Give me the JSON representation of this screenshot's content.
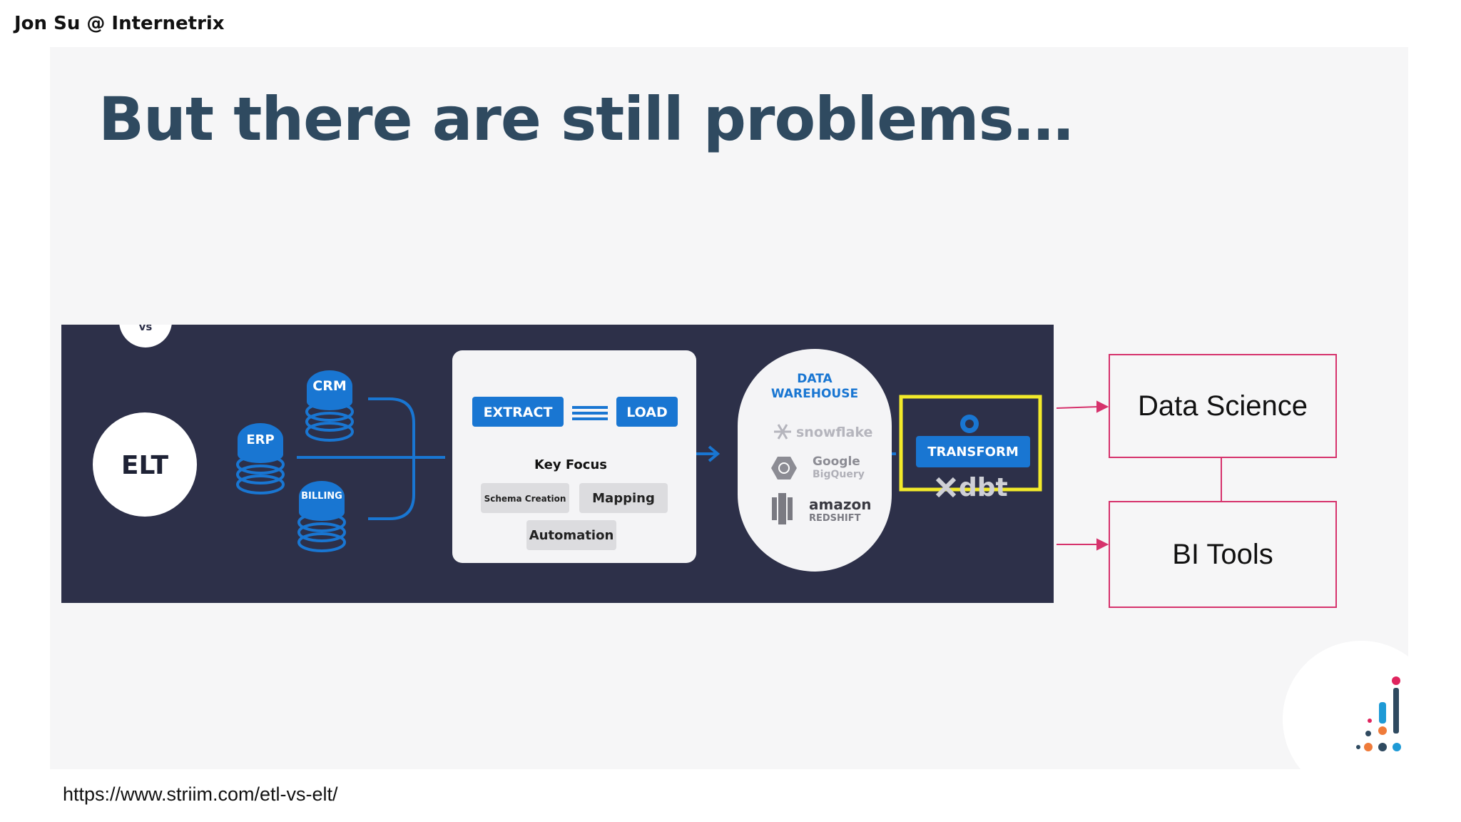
{
  "presenter": "Jon Su @ Internetrix",
  "slide": {
    "title": "But there are still problems…",
    "source_url": "https://www.striim.com/etl-vs-elt/"
  },
  "diagram": {
    "elt_label": "ELT",
    "vs_label": "vs",
    "sources": [
      "CRM",
      "ERP",
      "BILLING"
    ],
    "extract_label": "EXTRACT",
    "load_label": "LOAD",
    "key_focus_heading": "Key Focus",
    "key_focus_items": [
      "Schema Creation",
      "Mapping",
      "Automation"
    ],
    "warehouse_title": [
      "DATA",
      "WAREHOUSE"
    ],
    "warehouse_vendors": {
      "snowflake": "snowflake",
      "google": "Google",
      "bigquery": "BigQuery",
      "amazon": "amazon",
      "redshift": "REDSHIFT"
    },
    "transform_label": "TRANSFORM",
    "dbt_label": "dbt"
  },
  "outputs": {
    "data_science": "Data Science",
    "bi_tools": "BI Tools"
  },
  "colors": {
    "title": "#2f4a60",
    "diagram_bg": "#2d3049",
    "accent_blue": "#1976d2",
    "highlight_yellow": "#f2ea2a",
    "connector_pink": "#d6326c"
  }
}
